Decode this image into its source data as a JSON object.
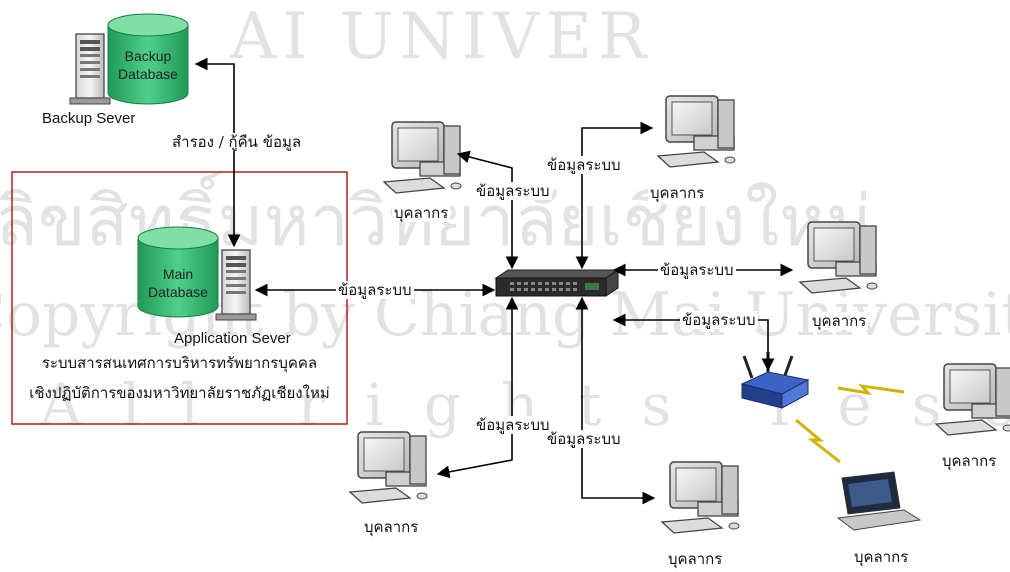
{
  "watermark": {
    "arc_text": "AI UNIVER",
    "line1": "ลิขสิทธิ์มหาวิทยาลัยเชียงใหม่",
    "line2": "Copyright by Chiang Mai University",
    "line3": "All rights reserved"
  },
  "backup": {
    "db_line1": "Backup",
    "db_line2": "Database",
    "server_label": "Backup Sever",
    "link_label": "สำรอง / กู้คืน ข้อมูล"
  },
  "main": {
    "db_line1": "Main",
    "db_line2": "Database",
    "server_label": "Application Sever",
    "caption_line1": "ระบบสารสนเทศการบริหารทรัพยากรบุคคล",
    "caption_line2": "เชิงปฏิบัติการของมหาวิทยาลัยราชภัฏเชียงใหม่"
  },
  "links": {
    "system_data": "ข้อมูลระบบ"
  },
  "personnel_label": "บุคลากร",
  "colors": {
    "db_fill": "#2fb36b",
    "db_top": "#7fe0a6",
    "frame": "#b02020",
    "line": "#000000",
    "router": "#2a4fa8"
  }
}
